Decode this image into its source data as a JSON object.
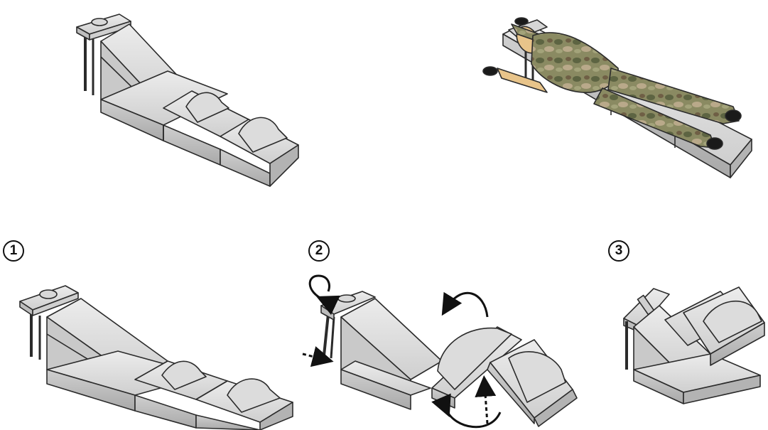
{
  "steps": [
    {
      "label": "1"
    },
    {
      "label": "2"
    },
    {
      "label": "3"
    }
  ],
  "colors": {
    "outline": "#2b2b2b",
    "cushion_top": "#e2e2e2",
    "cushion_side": "#bdbdbd",
    "cushion_dark": "#9a9a9a",
    "camouflage_base": "#8a8a62",
    "camouflage_spot_dark": "#5d6442",
    "camouflage_spot_light": "#b9a98a",
    "skin": "#e8c48a",
    "boot": "#1a1a1a",
    "arrow": "#111111"
  }
}
